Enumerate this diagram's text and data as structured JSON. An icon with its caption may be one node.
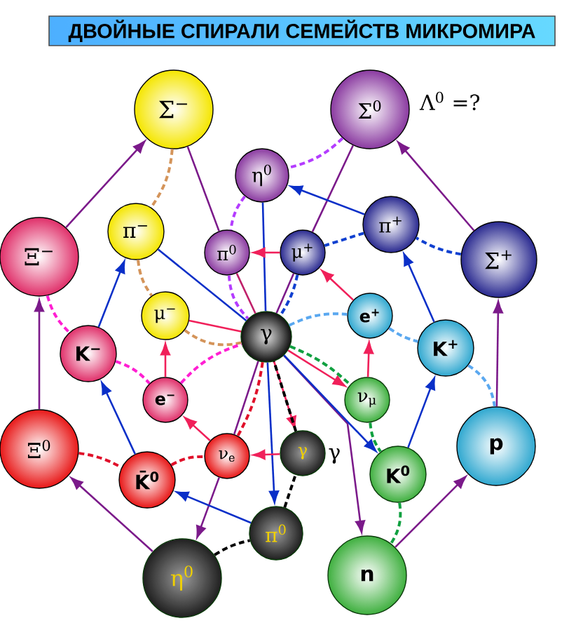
{
  "diagram": {
    "title": "ДВОЙНЫЕ СПИРАЛИ СЕМЕЙСТВ МИКРОМИРА",
    "nodes": [
      {
        "text": [
          "Σ$^{−}$"
        ]
      },
      {
        "text": [
          "Σ$^{0}$"
        ]
      },
      {
        "text": [
          "η$^{0}$"
        ]
      },
      {
        "text": [
          "π$^{+}$"
        ]
      },
      {
        "text": [
          "Ξ$^{−}$"
        ]
      },
      {
        "text": [
          "π$^{−}$"
        ]
      },
      {
        "text": [
          "π$^{0}$"
        ]
      },
      {
        "text": [
          "μ$^{+}$"
        ]
      },
      {
        "text": [
          "Σ$^{+}$"
        ]
      },
      {
        "text": [
          "K$^{−}$"
        ]
      },
      {
        "text": [
          "μ$^{−}$"
        ]
      },
      {
        "text": [
          "γ"
        ]
      },
      {
        "text": [
          "e$^{+}$"
        ]
      },
      {
        "text": [
          "K$^{+}$"
        ]
      },
      {
        "text": [
          "e$^{−}$"
        ]
      },
      {
        "text": [
          "ν$_{μ}$"
        ]
      },
      {
        "text": [
          "Ξ$^{0}$"
        ]
      },
      {
        "text": [
          "K̄$^{0}$"
        ]
      },
      {
        "text": [
          "ν$_{e}$"
        ]
      },
      {
        "text": [
          "γ"
        ],
        "beside": [
          "γ"
        ]
      },
      {
        "text": [
          "K$^{0}$"
        ]
      },
      {
        "text": [
          "p"
        ]
      },
      {
        "text": [
          "π$^{0}$"
        ]
      },
      {
        "text": [
          "η$^{0}$"
        ]
      },
      {
        "text": [
          "n"
        ]
      }
    ],
    "edges": [
      {
        "from": 4,
        "to": 0,
        "arrow": "to",
        "color": "#7b1a8a"
      },
      {
        "from": 0,
        "to": 6,
        "arrow": "none",
        "color": "#7b1a8a"
      },
      {
        "from": 6,
        "to": 11,
        "arrow": "none",
        "color": "#c0206a"
      },
      {
        "from": 1,
        "to": 7,
        "arrow": "none",
        "color": "#7b1a8a"
      },
      {
        "from": 7,
        "to": 11,
        "arrow": "none",
        "color": "#7b1a8a"
      },
      {
        "from": 8,
        "to": 1,
        "arrow": "to",
        "color": "#7b1a8a"
      },
      {
        "from": 21,
        "to": 8,
        "arrow": "to",
        "color": "#7b1a8a"
      },
      {
        "from": 24,
        "to": 21,
        "arrow": "to",
        "color": "#7b1a8a"
      },
      {
        "from": 11,
        "to": 24,
        "arrow": "to",
        "color": "#7b1a8a"
      },
      {
        "from": 16,
        "to": 4,
        "arrow": "to",
        "color": "#7b1a8a"
      },
      {
        "from": 23,
        "to": 16,
        "arrow": "to",
        "color": "#7b1a8a"
      },
      {
        "from": 11,
        "to": 18,
        "arrow": "none",
        "color": "#7b1a8a"
      },
      {
        "from": 18,
        "to": 23,
        "arrow": "to",
        "color": "#7b1a8a"
      },
      {
        "from": 3,
        "to": 2,
        "arrow": "to",
        "color": "#0a2fc8"
      },
      {
        "from": 22,
        "to": 17,
        "arrow": "to",
        "color": "#0a2fc8"
      },
      {
        "from": 17,
        "to": 9,
        "arrow": "to",
        "color": "#0a2fc8"
      },
      {
        "from": 9,
        "to": 5,
        "arrow": "to",
        "color": "#0a2fc8"
      },
      {
        "from": 5,
        "to": 11,
        "arrow": "none",
        "color": "#0a2fc8"
      },
      {
        "from": 2,
        "to": 11,
        "arrow": "none",
        "color": "#0a2fc8"
      },
      {
        "from": 11,
        "to": 22,
        "arrow": "to",
        "color": "#0a2fc8"
      },
      {
        "from": 11,
        "to": 20,
        "arrow": "to",
        "color": "#0a2fc8"
      },
      {
        "from": 20,
        "to": 13,
        "arrow": "to",
        "color": "#0a2fc8"
      },
      {
        "from": 13,
        "to": 3,
        "arrow": "to",
        "color": "#0a2fc8"
      },
      {
        "from": 7,
        "to": 6,
        "arrow": "to",
        "color": "#f0205a"
      },
      {
        "from": 10,
        "to": 11,
        "arrow": "none",
        "color": "#f0205a"
      },
      {
        "from": 14,
        "to": 10,
        "arrow": "to",
        "color": "#f0205a"
      },
      {
        "from": 18,
        "to": 14,
        "arrow": "to",
        "color": "#f0205a"
      },
      {
        "from": 19,
        "to": 18,
        "arrow": "to",
        "color": "#f0205a"
      },
      {
        "from": 11,
        "to": 15,
        "arrow": "to",
        "color": "#f0205a"
      },
      {
        "from": 15,
        "to": 12,
        "arrow": "to",
        "color": "#f0205a"
      },
      {
        "from": 12,
        "to": 7,
        "arrow": "to",
        "color": "#f0205a"
      },
      {
        "from": 11,
        "to": 19,
        "arrow": "to",
        "color": "#f0205a"
      },
      {
        "from": 0,
        "to": 5,
        "arrow": "none",
        "style": "dashed",
        "color": "#d4945a"
      },
      {
        "from": 5,
        "to": 10,
        "arrow": "none",
        "style": "dashed",
        "color": "#d4945a"
      },
      {
        "from": 10,
        "to": 11,
        "arrow": "none",
        "style": "dashed",
        "color": "#d4945a"
      },
      {
        "from": 4,
        "to": 9,
        "arrow": "none",
        "style": "dashed",
        "color": "#ff1fd2"
      },
      {
        "from": 9,
        "to": 14,
        "arrow": "none",
        "style": "dashed",
        "color": "#ff1fd2"
      },
      {
        "from": 14,
        "to": 11,
        "arrow": "none",
        "style": "dashed",
        "color": "#ff1fd2"
      },
      {
        "from": 1,
        "to": 2,
        "arrow": "none",
        "style": "dashed",
        "color": "#b43cff"
      },
      {
        "from": 2,
        "to": 6,
        "arrow": "none",
        "style": "dashed",
        "color": "#b43cff"
      },
      {
        "from": 6,
        "to": 11,
        "arrow": "none",
        "style": "dashed",
        "color": "#b43cff"
      },
      {
        "from": 8,
        "to": 3,
        "arrow": "none",
        "style": "dashed",
        "color": "#1040d0"
      },
      {
        "from": 3,
        "to": 7,
        "arrow": "none",
        "style": "dashed",
        "color": "#1040d0"
      },
      {
        "from": 7,
        "to": 11,
        "arrow": "none",
        "style": "dashed",
        "color": "#1040d0"
      },
      {
        "from": 11,
        "to": 12,
        "arrow": "none",
        "style": "dashed",
        "color": "#5aa8f0"
      },
      {
        "from": 12,
        "to": 13,
        "arrow": "none",
        "style": "dashed",
        "color": "#5aa8f0"
      },
      {
        "from": 13,
        "to": 21,
        "arrow": "none",
        "style": "dashed",
        "color": "#5aa8f0"
      },
      {
        "from": 11,
        "to": 15,
        "arrow": "none",
        "style": "dashed",
        "color": "#10a040"
      },
      {
        "from": 15,
        "to": 20,
        "arrow": "none",
        "style": "dashed",
        "color": "#10a040"
      },
      {
        "from": 20,
        "to": 24,
        "arrow": "none",
        "style": "dashed",
        "color": "#10a040"
      },
      {
        "from": 16,
        "to": 17,
        "arrow": "none",
        "style": "dashed",
        "color": "#e0102a"
      },
      {
        "from": 17,
        "to": 18,
        "arrow": "none",
        "style": "dashed",
        "color": "#e0102a"
      },
      {
        "from": 18,
        "to": 11,
        "arrow": "none",
        "style": "dashed",
        "color": "#e0102a"
      },
      {
        "from": 23,
        "to": 22,
        "arrow": "none",
        "style": "dashed",
        "color": "#000000"
      },
      {
        "from": 22,
        "to": 19,
        "arrow": "none",
        "style": "dashed",
        "color": "#000000"
      },
      {
        "from": 19,
        "to": 11,
        "arrow": "none",
        "style": "dashed",
        "color": "#000000"
      }
    ],
    "labels": [
      "Λ$^{0}$ =?"
    ]
  }
}
